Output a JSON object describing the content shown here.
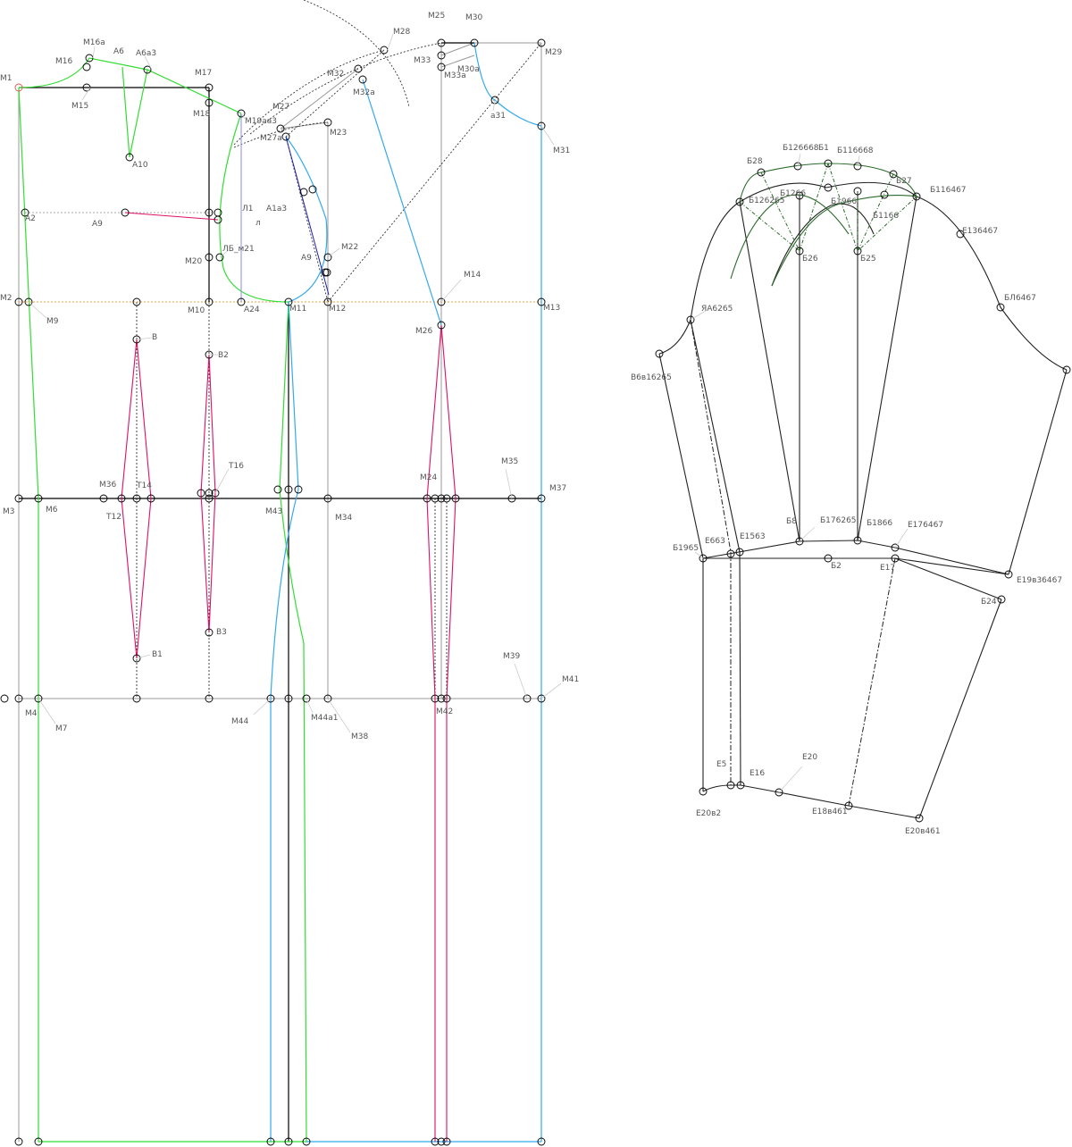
{
  "colors": {
    "outline": "#000000",
    "construction": "#888888",
    "green": "#33dd33",
    "darkgreen": "#2a6a2a",
    "blue": "#33aaee",
    "navy": "#2222aa",
    "pink": "#dd1166",
    "orange": "#e8a040",
    "red": "#e05050",
    "lavender": "#8888ee"
  },
  "labels": {
    "M1": "М1",
    "M16": "М16",
    "M16a": "М16а",
    "A6": "А6",
    "A6a3": "А6а3",
    "M17": "М17",
    "M15": "М15",
    "M18": "М18",
    "M19aa3": "М19аа3",
    "A10": "А10",
    "M27": "М27",
    "M27a": "М27а",
    "M23": "М23",
    "M32": "М32",
    "M32a": "М32а",
    "M28": "М28",
    "M25": "М25",
    "M30": "М30",
    "M33": "М33",
    "M30a": "М30а",
    "M33a": "М33а",
    "M29": "М29",
    "a31": "а31",
    "M31": "М31",
    "A2": "А2",
    "A9": "А9",
    "L1": "Л1",
    "A1a3": "А1а3",
    "l": "л",
    "LB_m21": "ЛБ_м21",
    "M20": "М20",
    "M22": "М22",
    "A9b": "А9",
    "M14": "М14",
    "M2": "М2",
    "M9": "М9",
    "M10": "М10",
    "A24": "А24",
    "M11": "М11",
    "M12": "М12",
    "M13": "М13",
    "M26": "М26",
    "V": "В",
    "V2": "В2",
    "T16": "Т16",
    "M35": "М35",
    "M24": "М24",
    "M36": "М36",
    "T14": "Т14",
    "M37": "М37",
    "M3": "М3",
    "M6": "М6",
    "T12": "Т12",
    "M43": "М43",
    "M34": "М34",
    "V3": "В3",
    "V1": "В1",
    "M39": "М39",
    "M41": "М41",
    "M4": "М4",
    "M7": "М7",
    "M44": "М44",
    "M44a1": "М44а1",
    "M38": "М38",
    "M42": "М42",
    "B126668": "Б126668",
    "B1": "Б1",
    "B116668": "Б116668",
    "B28": "Б28",
    "B27": "Б27",
    "B1266": "Б1266",
    "B126265": "Б126265",
    "B1966": "Б1966",
    "B116467": "Б116467",
    "B1166": "Б1166",
    "E136467": "Е136467",
    "B26": "Б26",
    "B25": "Б25",
    "YaA6265": "ЯА6265",
    "BL6467": "БЛ6467",
    "V6v16265": "В6в16265",
    "B8": "Б8",
    "B176265": "Б176265",
    "B1866": "Б1866",
    "E176467": "Е176467",
    "B1965": "Б1965",
    "E663": "Е663",
    "E1563": "Е1563",
    "B2": "Б2",
    "E17": "Е17",
    "E19v36467": "Е19в36467",
    "B24": "Б24",
    "E5": "Е5",
    "E16": "Е16",
    "E20": "Е20",
    "E20v2": "Е20в2",
    "E18v461": "Е18в461",
    "E20v461": "Е20в461"
  }
}
